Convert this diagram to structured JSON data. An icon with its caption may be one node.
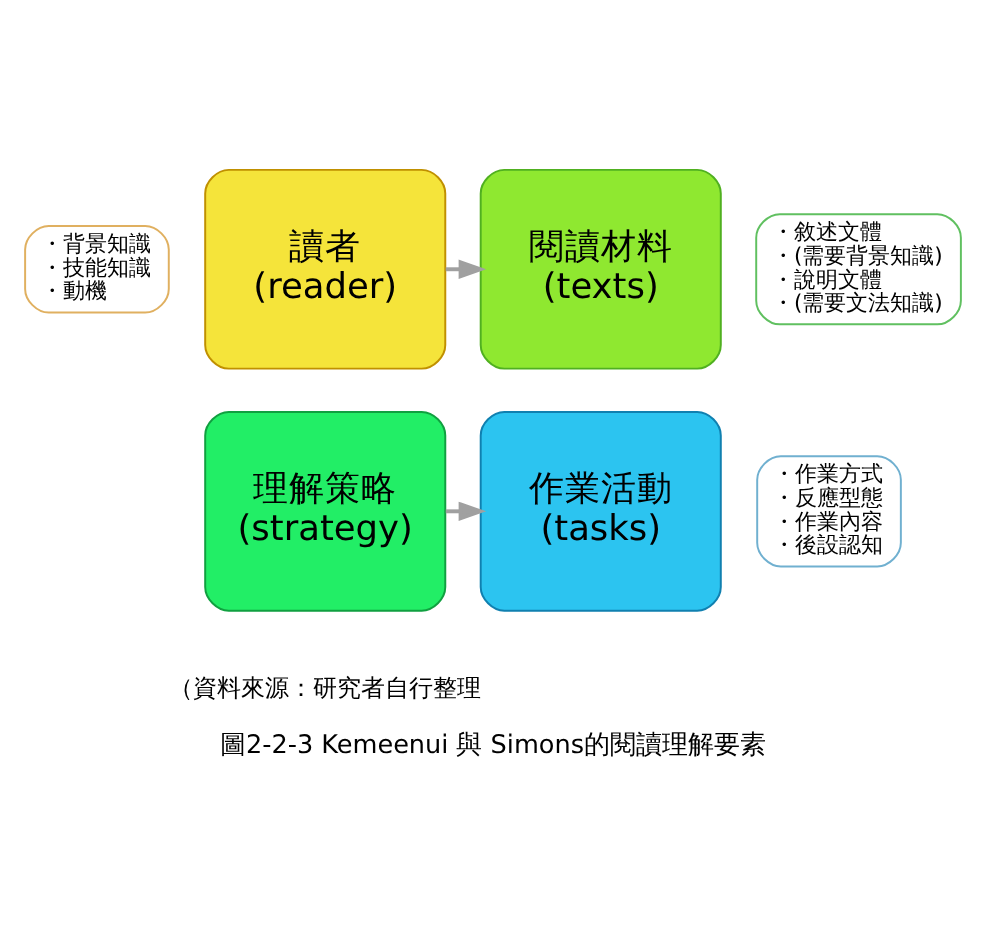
{
  "diagram": {
    "caption": "圖2-2-3 Kemeenui 與 Simons的閱讀理解要素",
    "nodes": [
      {
        "text": [
          "・背景知識",
          "・技能知識",
          "・動機"
        ]
      },
      {
        "text": [
          "讀者",
          "(reader)"
        ]
      },
      {
        "text": [
          "閱讀材料",
          "(texts)"
        ]
      },
      {
        "text": [
          "・敘述文體",
          "・(需要背景知識)",
          "・說明文體",
          "・(需要文法知識)"
        ]
      },
      {
        "text": [
          "作業活動",
          "(tasks)"
        ]
      },
      {
        "text": [
          "理解策略",
          "(strategy)"
        ]
      },
      {
        "text": [
          "・作業方式",
          "・反應型態",
          "・作業內容",
          "・後設認知"
        ]
      }
    ],
    "edges": [
      {
        "from": 1,
        "to": 2,
        "arrow": "to"
      },
      {
        "from": 5,
        "to": 4,
        "arrow": "to"
      }
    ],
    "labels": [
      "（資料來源：研究者自行整理"
    ]
  }
}
